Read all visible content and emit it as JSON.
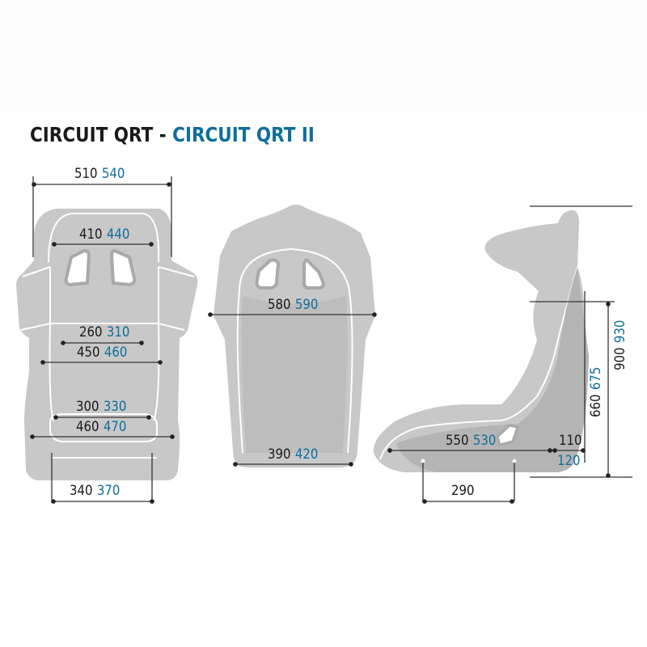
{
  "title": {
    "model_a": "CIRCUIT QRT",
    "separator": " - ",
    "model_b": "CIRCUIT QRT II"
  },
  "colors": {
    "model_a": "#1a1a1a",
    "model_b": "#0e6f9a",
    "seat_fill": "#c8c8c8",
    "seat_shadow": "#a9a9a9",
    "outline": "#ffffff",
    "dim_line": "#333333"
  },
  "front_view": {
    "overall_width": {
      "a": "510",
      "b": "540"
    },
    "headrest_width": {
      "a": "410",
      "b": "440"
    },
    "shoulder_inner": {
      "a": "260",
      "b": "310"
    },
    "shoulder_outer": {
      "a": "450",
      "b": "460"
    },
    "hip_inner": {
      "a": "300",
      "b": "330"
    },
    "hip_outer": {
      "a": "460",
      "b": "470"
    },
    "base_width": {
      "a": "340",
      "b": "370"
    }
  },
  "rear_view": {
    "max_width": {
      "a": "580",
      "b": "590"
    },
    "base_width": {
      "a": "390",
      "b": "420"
    }
  },
  "side_view": {
    "total_height": {
      "a": "900",
      "b": "930"
    },
    "back_height": {
      "a": "660",
      "b": "675"
    },
    "seat_depth": {
      "a": "550",
      "b": "530"
    },
    "rear_offset": {
      "a": "110",
      "b": "120"
    },
    "mount_spacing": {
      "a": "290"
    }
  }
}
